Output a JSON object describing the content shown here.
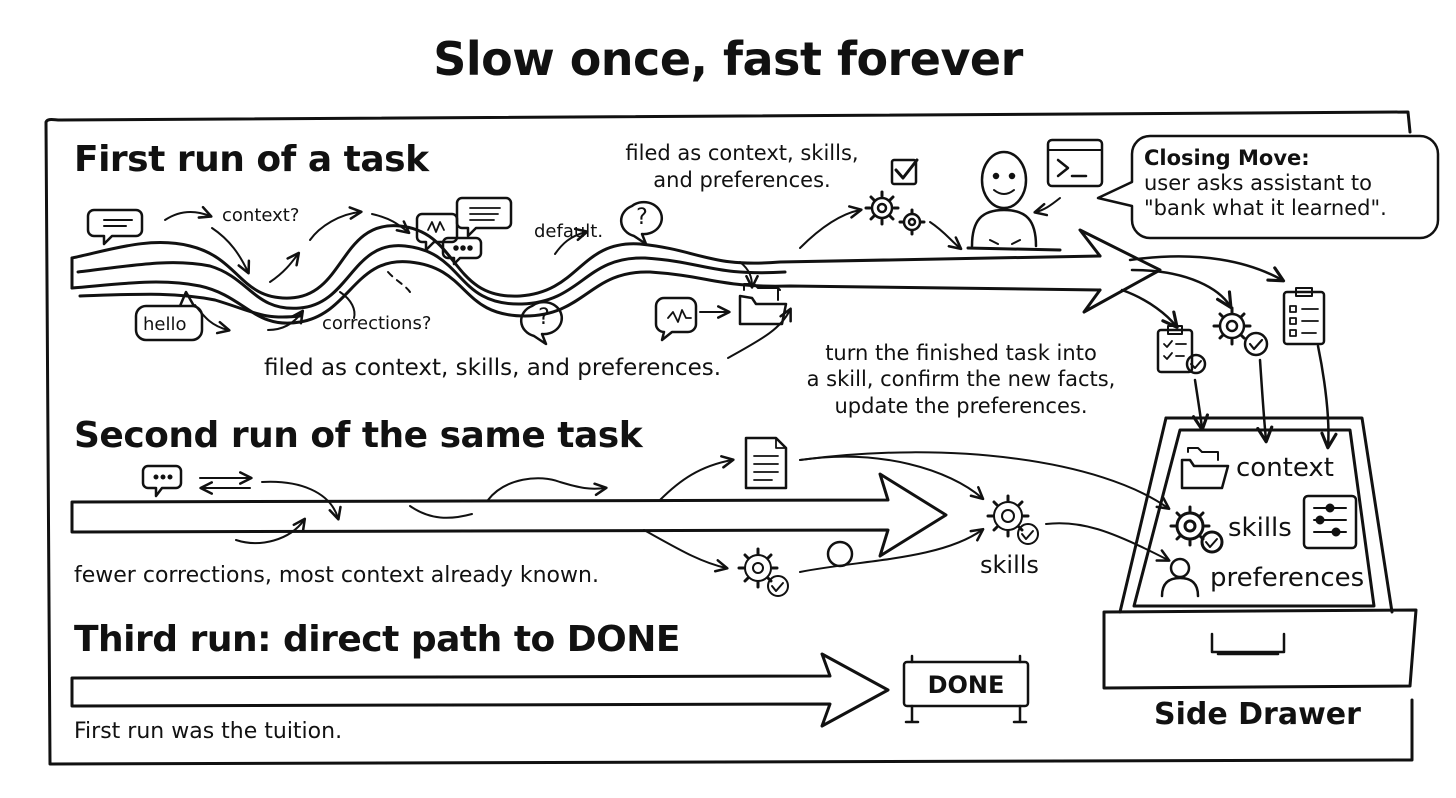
{
  "title": "Slow once, fast forever",
  "first_run": {
    "heading": "First run of a task",
    "bubble_labels": {
      "context": "context?",
      "default": "default.",
      "hello": "hello",
      "corrections": "corrections?"
    },
    "filed_top": [
      "filed as context, skills,",
      "and preferences."
    ],
    "filed_bottom": "filed as context, skills, and preferences."
  },
  "closing_move": {
    "title": "Closing Move:",
    "line1": "user asks assistant to",
    "line2": "\"bank what it learned\"."
  },
  "bank_steps": [
    "turn the finished task into",
    "a skill, confirm the new facts,",
    "update the preferences."
  ],
  "second_run": {
    "heading": "Second run of the same task",
    "note": "fewer corrections, most context already known.",
    "skills_label": "skills"
  },
  "third_run": {
    "heading": "Third run:  direct path to DONE",
    "done_sign": "DONE",
    "note": "First run was the tuition."
  },
  "drawer": {
    "items": [
      "context",
      "skills",
      "preferences"
    ],
    "caption": "Side Drawer"
  }
}
